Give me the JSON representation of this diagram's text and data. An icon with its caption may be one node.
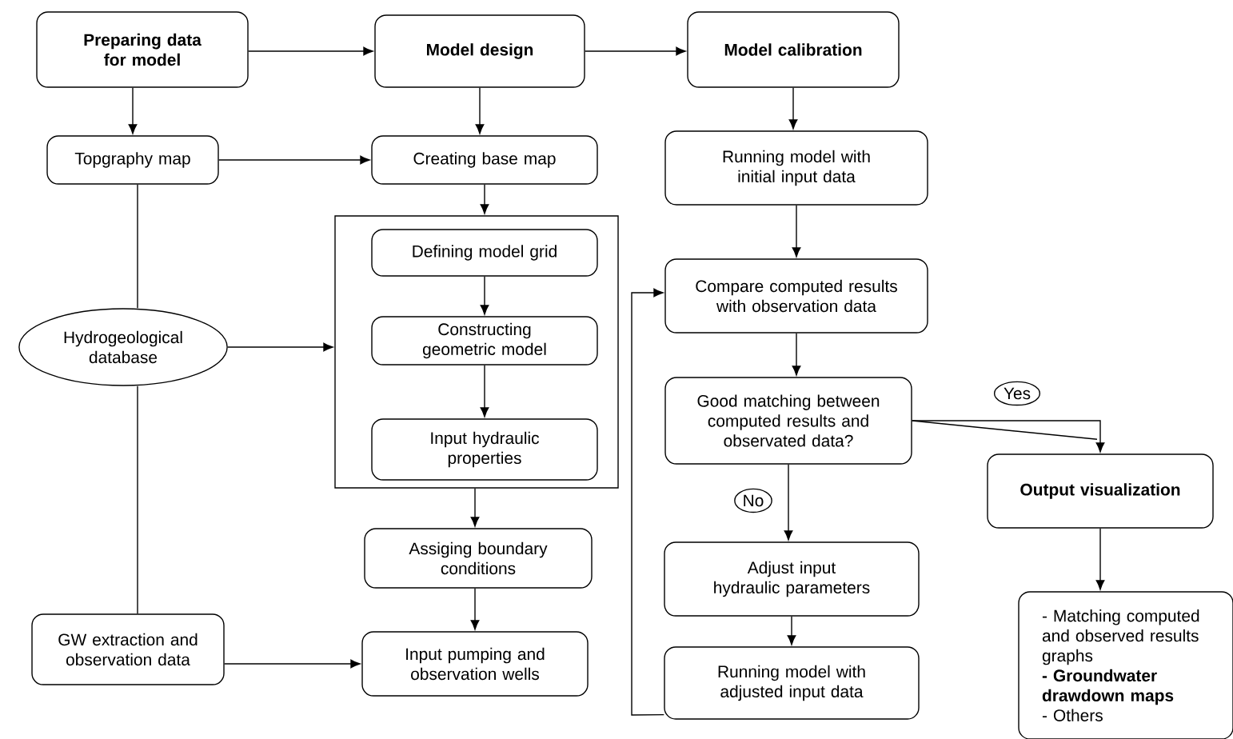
{
  "diagram": {
    "nodes": [
      {
        "text": [
          "Preparing data for model"
        ]
      },
      {
        "text": [
          "Model design"
        ]
      },
      {
        "text": [
          "Model calibration"
        ]
      },
      {
        "text": [
          "Topgraphy map"
        ]
      },
      {
        "text": [
          "Creating base map"
        ]
      },
      {
        "text": [],
        "shape": "box"
      },
      {
        "text": [
          "Defining model grid"
        ],
        "in": 5
      },
      {
        "text": [
          "Constructing geometric model"
        ],
        "in": 5
      },
      {
        "text": [
          "Input hydraulic properties"
        ],
        "in": 5
      },
      {
        "text": [
          "Hydrogeological database"
        ]
      },
      {
        "text": [
          "Assiging boundary conditions"
        ]
      },
      {
        "text": [
          "GW extraction and observation data"
        ]
      },
      {
        "text": [
          "Input pumping and observation wells"
        ]
      },
      {
        "text": [
          "Running model with initial input data"
        ]
      },
      {
        "text": [
          "Compare computed results with observation data"
        ]
      },
      {
        "text": [
          "Good matching between computed results and observated data?"
        ]
      },
      {
        "text": [
          "Output visualization"
        ]
      },
      {
        "text": [
          "Adjust input hydraulic parameters"
        ]
      },
      {
        "text": [
          "Running model with adjusted input data"
        ]
      },
      {
        "text": [
          "- Matching computed and observed results graphs",
          "- Groundwater drawdown maps",
          "- Others"
        ]
      }
    ],
    "edges": [
      {
        "from": 0,
        "to": 1,
        "arrow": "to"
      },
      {
        "from": 1,
        "to": 2,
        "arrow": "to"
      },
      {
        "from": 0,
        "to": 3,
        "arrow": "to"
      },
      {
        "from": 1,
        "to": 4,
        "arrow": "to"
      },
      {
        "from": 2,
        "to": 13,
        "arrow": "to"
      },
      {
        "from": 3,
        "to": 4,
        "arrow": "to"
      },
      {
        "from": 4,
        "to": 5,
        "arrow": "to"
      },
      {
        "from": 6,
        "to": 7,
        "arrow": "to"
      },
      {
        "from": 7,
        "to": 8,
        "arrow": "to"
      },
      {
        "from": 5,
        "to": 10,
        "arrow": "to"
      },
      {
        "from": 3,
        "to": 9,
        "arrow": "none"
      },
      {
        "from": 9,
        "to": 11,
        "arrow": "none"
      },
      {
        "from": 9,
        "to": 5,
        "arrow": "to"
      },
      {
        "from": 10,
        "to": 12,
        "arrow": "to"
      },
      {
        "from": 11,
        "to": 12,
        "arrow": "to"
      },
      {
        "from": 13,
        "to": 14,
        "arrow": "to"
      },
      {
        "from": 14,
        "to": 15,
        "arrow": "to"
      },
      {
        "from": 15,
        "to": 16,
        "arrow": "to",
        "label": "Yes"
      },
      {
        "from": 15,
        "to": 17,
        "arrow": "to",
        "label": "No"
      },
      {
        "from": 17,
        "to": 18,
        "arrow": "to"
      },
      {
        "from": 18,
        "to": 14,
        "arrow": "to"
      },
      {
        "from": 16,
        "to": 19,
        "arrow": "to"
      }
    ]
  }
}
